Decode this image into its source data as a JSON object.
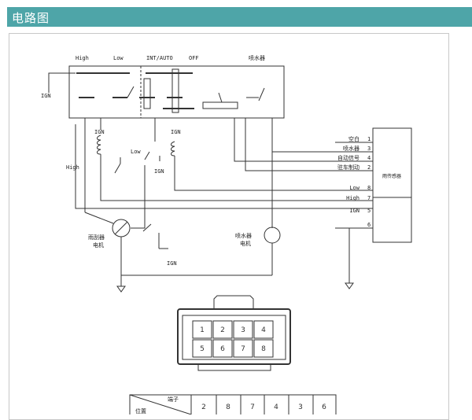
{
  "header": {
    "title": "电路图"
  },
  "diagram": {
    "switch_labels": {
      "high": "High",
      "low": "Low",
      "int_auto": "INT/AUTO",
      "off": "OFF",
      "washer": "喷水器"
    },
    "ign": "IGN",
    "left_high": "High",
    "mid_low": "Low",
    "wiper_motor": [
      "雨刮器",
      "电机"
    ],
    "washer_motor": [
      "喷水器",
      "电机"
    ],
    "signal_rows": [
      {
        "label": "空白",
        "num": "1"
      },
      {
        "label": "喷水器",
        "num": "3"
      },
      {
        "label": "自动信号",
        "num": "4"
      },
      {
        "label": "驻车制动",
        "num": "2"
      },
      {
        "label": "Low",
        "num": "8"
      },
      {
        "label": "High",
        "num": "7"
      },
      {
        "label": "IGN",
        "num": "5"
      },
      {
        "label": "",
        "num": "6"
      }
    ],
    "sensor": "雨传感器"
  },
  "connector": {
    "pins": [
      "1",
      "2",
      "3",
      "4",
      "5",
      "6",
      "7",
      "8"
    ]
  },
  "table": {
    "header_top": "端子",
    "header_bottom": "位置",
    "columns": [
      "2",
      "8",
      "7",
      "4",
      "3",
      "6"
    ]
  }
}
